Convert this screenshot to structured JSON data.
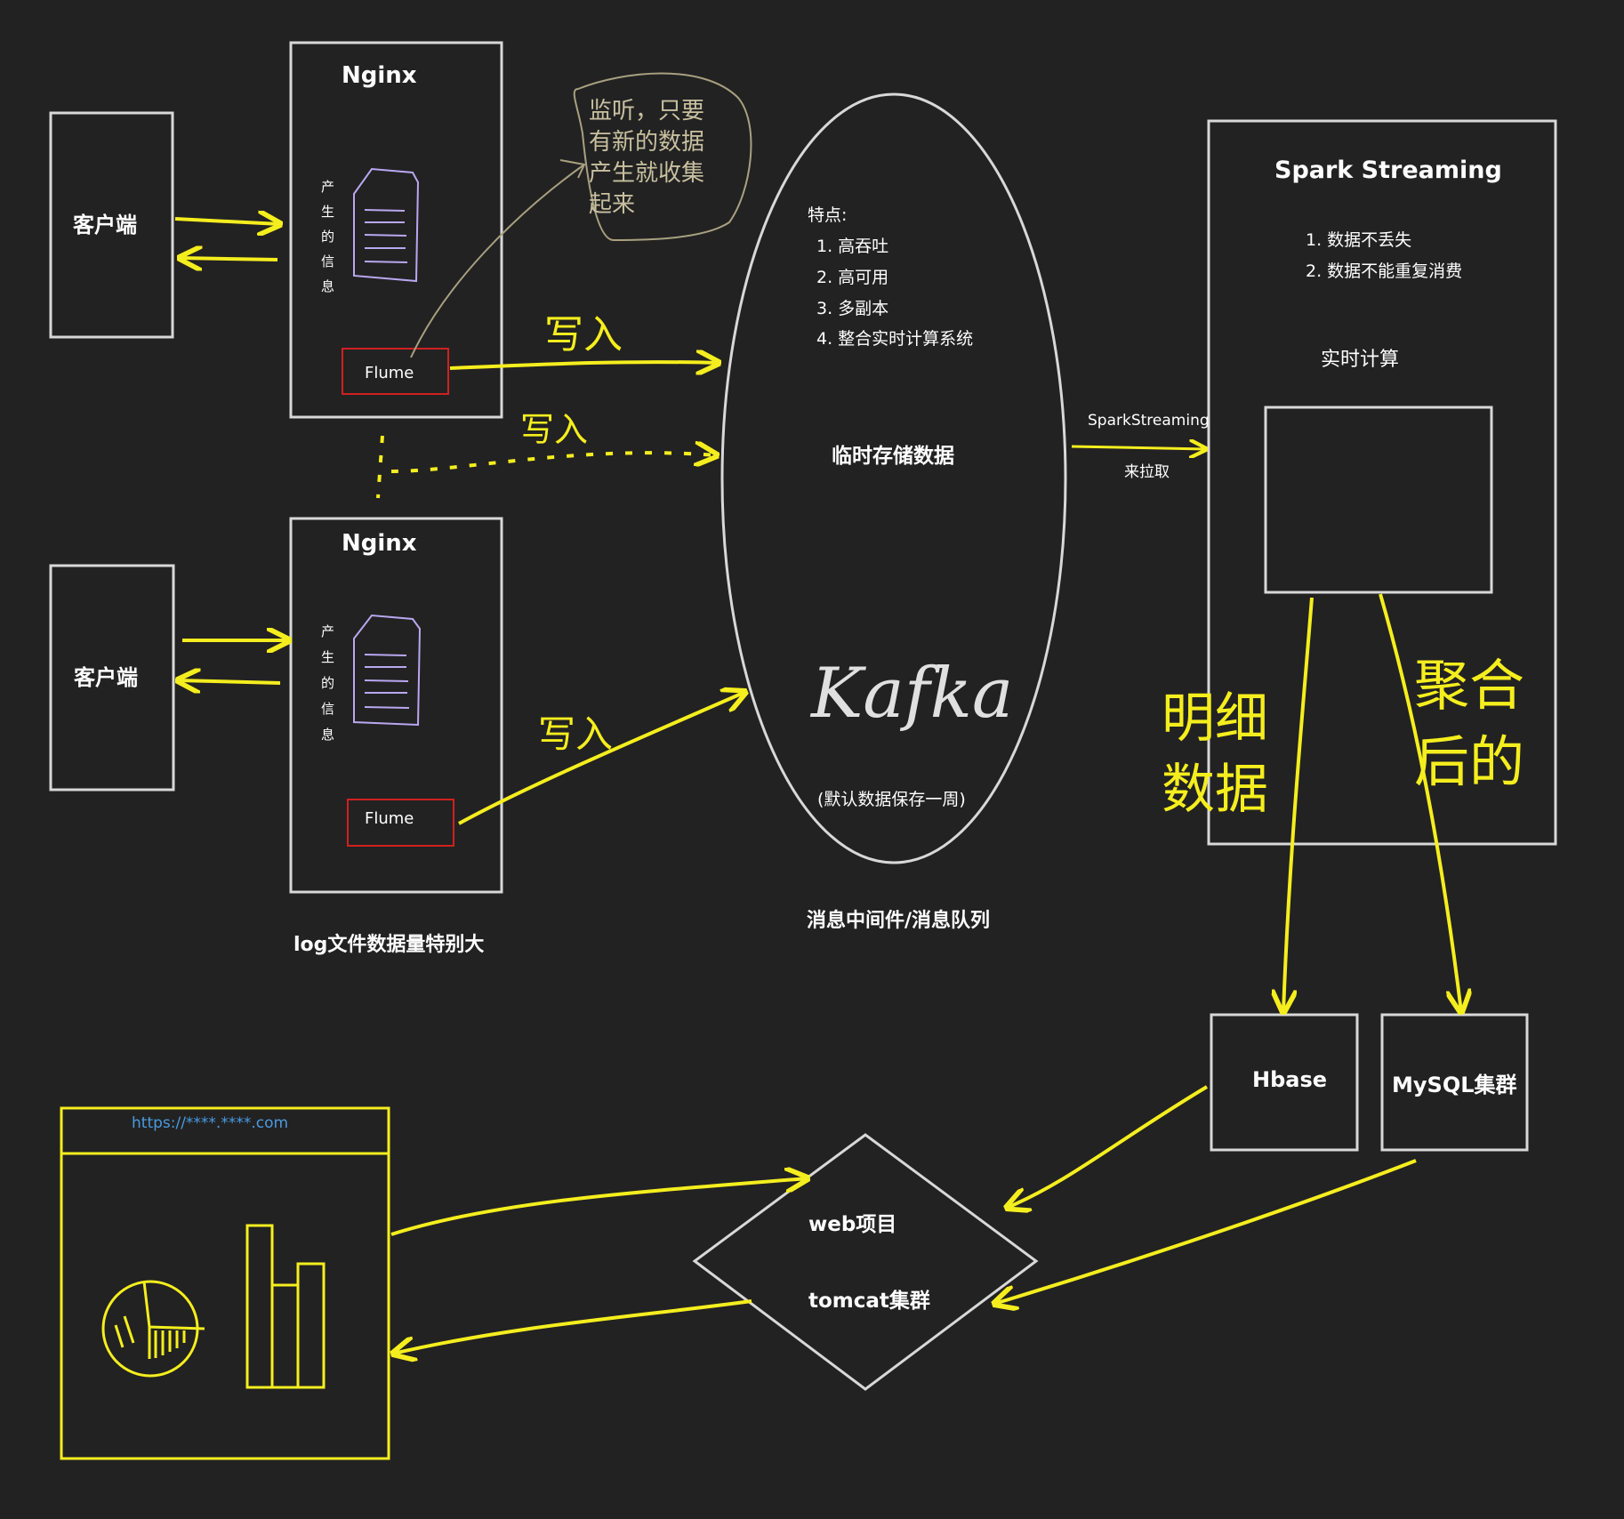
{
  "client_top": {
    "label": "客户端"
  },
  "client_bottom": {
    "label": "客户端"
  },
  "nginx_top": {
    "title": "Nginx",
    "generated_info": "产\n生\n的\n信\n息",
    "flume_label": "Flume"
  },
  "nginx_bottom": {
    "title": "Nginx",
    "generated_info": "产\n生\n的\n信\n息",
    "flume_label": "Flume"
  },
  "log_caption": "log文件数据量特别大",
  "listen_note": "监听，只要\n有新的数据\n产生就收集\n起来",
  "write_labels": [
    "写入",
    "写入",
    "写入"
  ],
  "kafka": {
    "features_heading": "特点:",
    "features": [
      "1.  高吞吐",
      "2.  高可用",
      "3.  多副本",
      "4.  整合实时计算系统"
    ],
    "center_text": "临时存储数据",
    "handwritten_name": "Kafka",
    "retention_note": "(默认数据保存一周)",
    "caption": "消息中间件/消息队列"
  },
  "pull_label": {
    "line1": "SparkStreaming",
    "line2": "来拉取"
  },
  "spark": {
    "title": "Spark Streaming",
    "requirements": [
      "1.  数据不丢失",
      "2.  数据不能重复消费"
    ],
    "realtime_label": "实时计算"
  },
  "detail_data_note": "明细\n数据",
  "aggregated_note": "聚合\n后的",
  "hbase": {
    "label": "Hbase"
  },
  "mysql": {
    "label": "MySQL集群"
  },
  "web": {
    "line1": "web项目",
    "line2": "tomcat集群"
  },
  "browser": {
    "url": "https://****.****.com"
  }
}
